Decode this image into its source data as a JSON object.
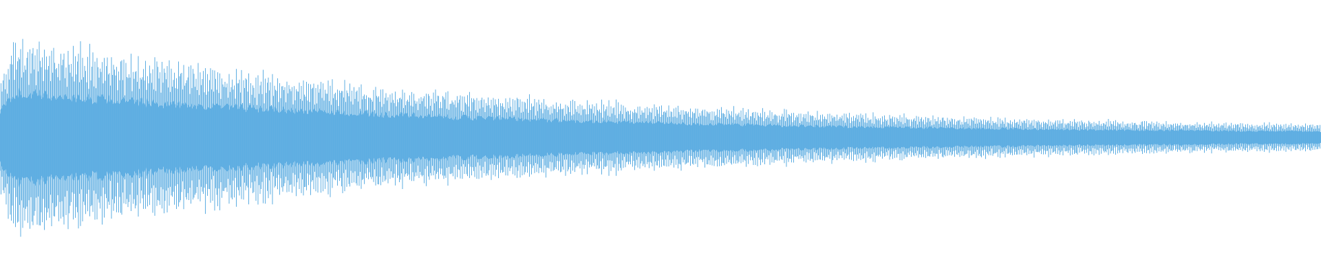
{
  "waveform": {
    "color": "#5DADE2",
    "background": "#FFFFFF",
    "envelope": {
      "shape": "exponential-decay",
      "peak_amplitude": 0.79,
      "tail_amplitude": 0.05,
      "decay_rate": 2.6
    }
  }
}
